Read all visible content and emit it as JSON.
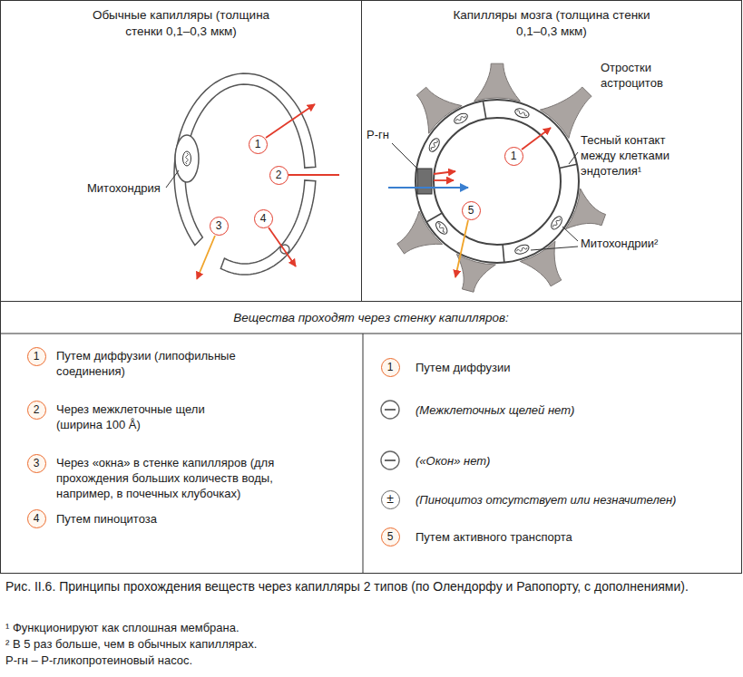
{
  "diagram": {
    "caption": "Рис. II.6. Принципы прохождения веществ через капилляры 2 типов (по Олендорфу и Рапопорту, с дополнениями).",
    "nodes": [
      {
        "text": [
          "Обычные капилляры (толщина стенки 0,1–0,3 мкм)"
        ]
      },
      {
        "text": [
          "Капилляры мозга (толщина стенки 0,1–0,3 мкм)"
        ]
      },
      {
        "text": [
          "Вещества проходят через стенку капилляров:"
        ]
      }
    ],
    "labels": [
      "Митохондрия",
      "1",
      "2",
      "3",
      "4",
      "Отростки астроцитов",
      "Р-гн",
      "Тесный контакт между клетками эндотелия¹",
      "1",
      "5",
      "Митохондрии²",
      "1",
      "Путем диффузии (липофильные соединения)",
      "2",
      "Через межклеточные щели (ширина 100 Å)",
      "3",
      "Через «окна» в стенке капилляров (для прохождения больших количеств воды, например, в почечных клубочках)",
      "4",
      "Путем пиноцитоза",
      "1",
      "Путем диффузии",
      "(Межклеточных щелей нет)",
      "(«Окон» нет)",
      "±",
      "(Пиноцитоз отсутствует или незначителен)",
      "5",
      "Путем активного транспорта",
      "¹ Функционируют как сплошная мембрана.",
      "² В 5 раз больше, чем в обычных капиллярах.",
      "Р-гн – Р-гликопротеиновый насос."
    ]
  }
}
